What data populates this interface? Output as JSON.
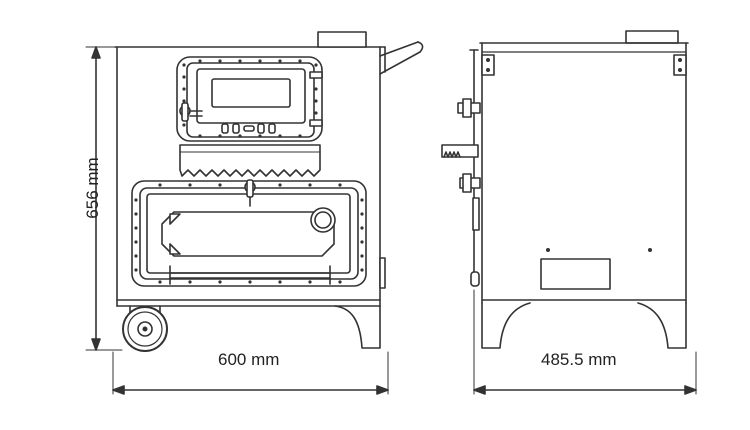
{
  "dimensions": {
    "height": "656 mm",
    "width": "600 mm",
    "depth": "485.5 mm"
  },
  "colors": {
    "line": "#333333",
    "fill": "#ffffff"
  }
}
